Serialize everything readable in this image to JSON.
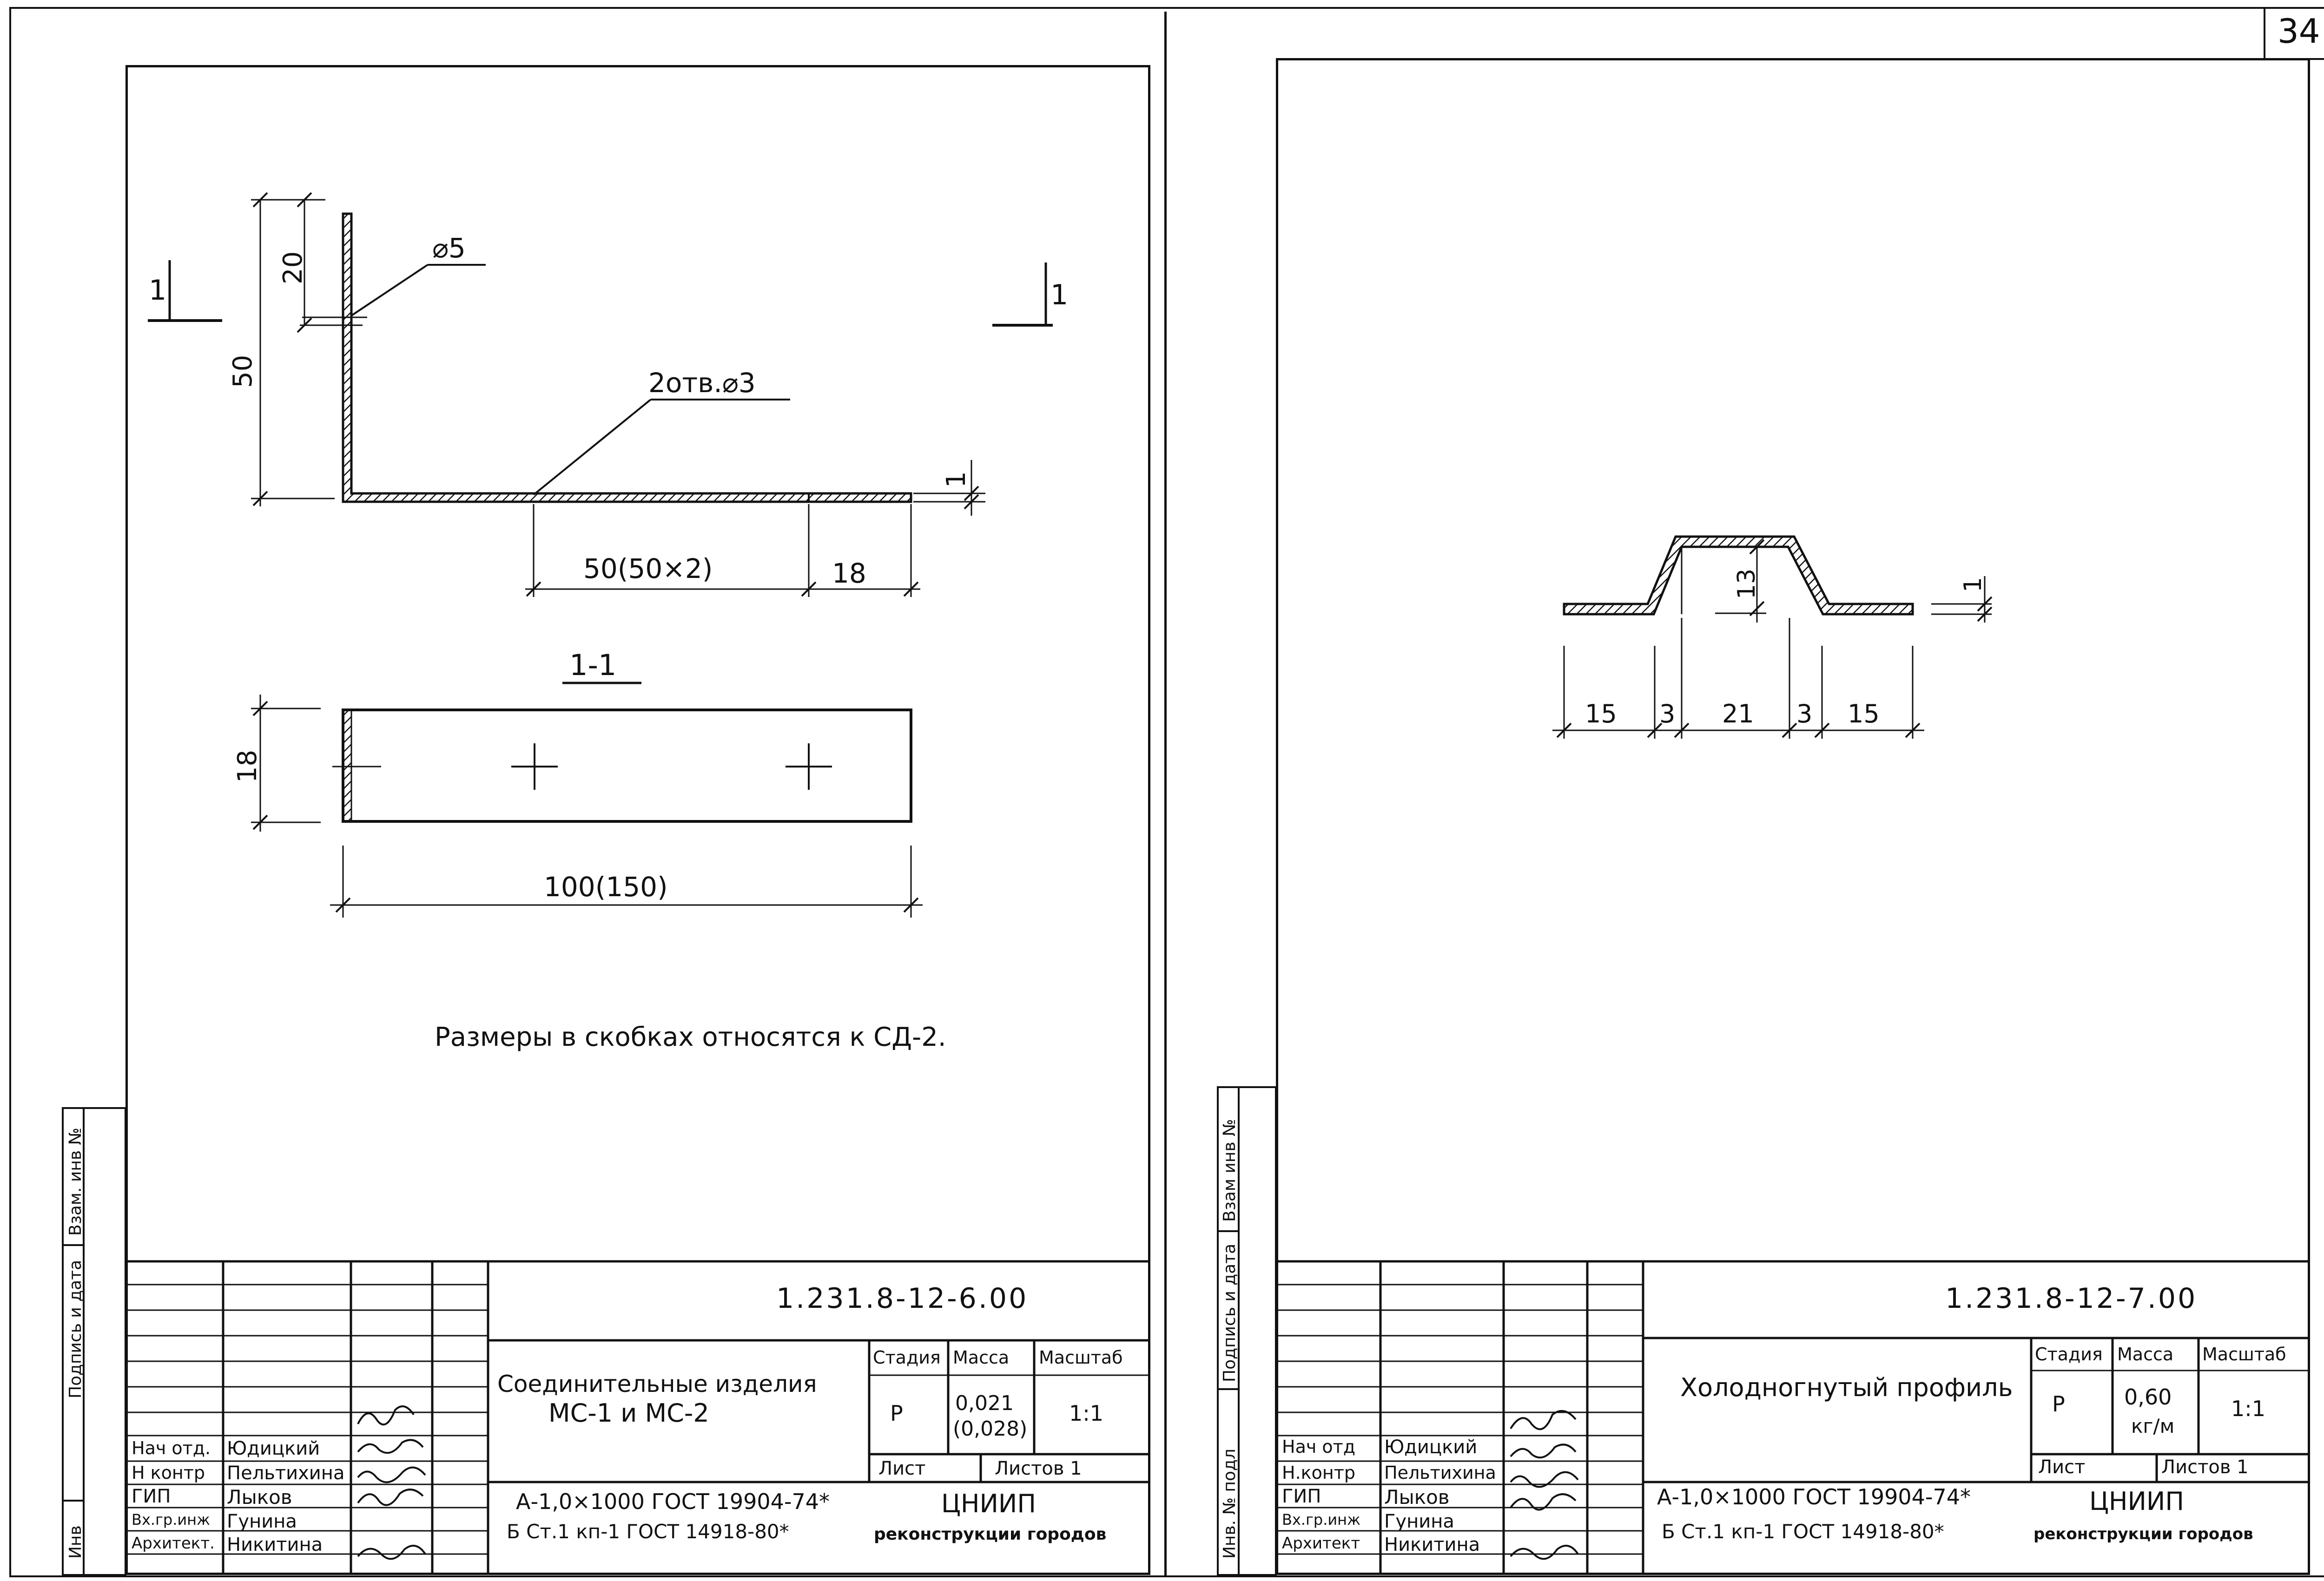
{
  "page_number": "34",
  "left_sheet": {
    "drawing": {
      "dim_20": "20",
      "dim_50_vertical": "50",
      "hole_label": "⌀5",
      "holes_label": "2отв.⌀3",
      "dim_thickness": "1",
      "dim_50_horizontal": "50(50×2)",
      "dim_18_horizontal": "18",
      "section_marker": "1",
      "section_title": "1-1",
      "dim_18_vertical": "18",
      "dim_100": "100(150)"
    },
    "note": "Размеры в скобках относятся к СД-2.",
    "side_labels": {
      "vzam_inv": "Взам. инв №",
      "podpis_data": "Подпись и дата",
      "inv": "Инв"
    },
    "title_block": {
      "doc_code": "1.231.8-12-6.00",
      "title_line1": "Соединительные изделия",
      "title_line2": "МС-1 и МС-2",
      "stage_header": "Стадия",
      "mass_header": "Масса",
      "scale_header": "Масштаб",
      "stage_value": "Р",
      "mass_value1": "0,021",
      "mass_value2": "(0,028)",
      "scale_value": "1:1",
      "sheet_label": "Лист",
      "sheets_label": "Листов 1",
      "material_line1": "А-1,0×1000 ГОСТ 19904-74*",
      "material_line2": "Б Ст.1 кп-1 ГОСТ 14918-80*",
      "org_line1": "ЦНИИП",
      "org_line2": "реконструкции городов",
      "roles": [
        "Нач отд.",
        "Н контр",
        "ГИП",
        "Вх.гр.инж",
        "Архитект."
      ],
      "names": [
        "Юдицкий",
        "Пельтихина",
        "Лыков",
        "Гунина",
        "Никитина"
      ]
    }
  },
  "right_sheet": {
    "drawing": {
      "dim_13": "13",
      "dim_thickness": "1",
      "dims_bottom": [
        "15",
        "3",
        "21",
        "3",
        "15"
      ]
    },
    "side_labels": {
      "vzam_inv": "Взам инв №",
      "podpis_data": "Подпись и дата",
      "inv_podl": "Инв. № подл"
    },
    "title_block": {
      "doc_code": "1.231.8-12-7.00",
      "title_line1": "Холодногнутый профиль",
      "stage_header": "Стадия",
      "mass_header": "Масса",
      "scale_header": "Масштаб",
      "stage_value": "Р",
      "mass_value1": "0,60",
      "mass_value2": "кг/м",
      "scale_value": "1:1",
      "sheet_label": "Лист",
      "sheets_label": "Листов 1",
      "material_line1": "А-1,0×1000 ГОСТ 19904-74*",
      "material_line2": "Б Ст.1 кп-1 ГОСТ 14918-80*",
      "org_line1": "ЦНИИП",
      "org_line2": "реконструкции городов",
      "roles": [
        "Нач отд",
        "Н.контр",
        "ГИП",
        "Вх.гр.инж",
        "Архитект"
      ],
      "names": [
        "Юдицкий",
        "Пельтихина",
        "Лыков",
        "Гунина",
        "Никитина"
      ]
    }
  }
}
